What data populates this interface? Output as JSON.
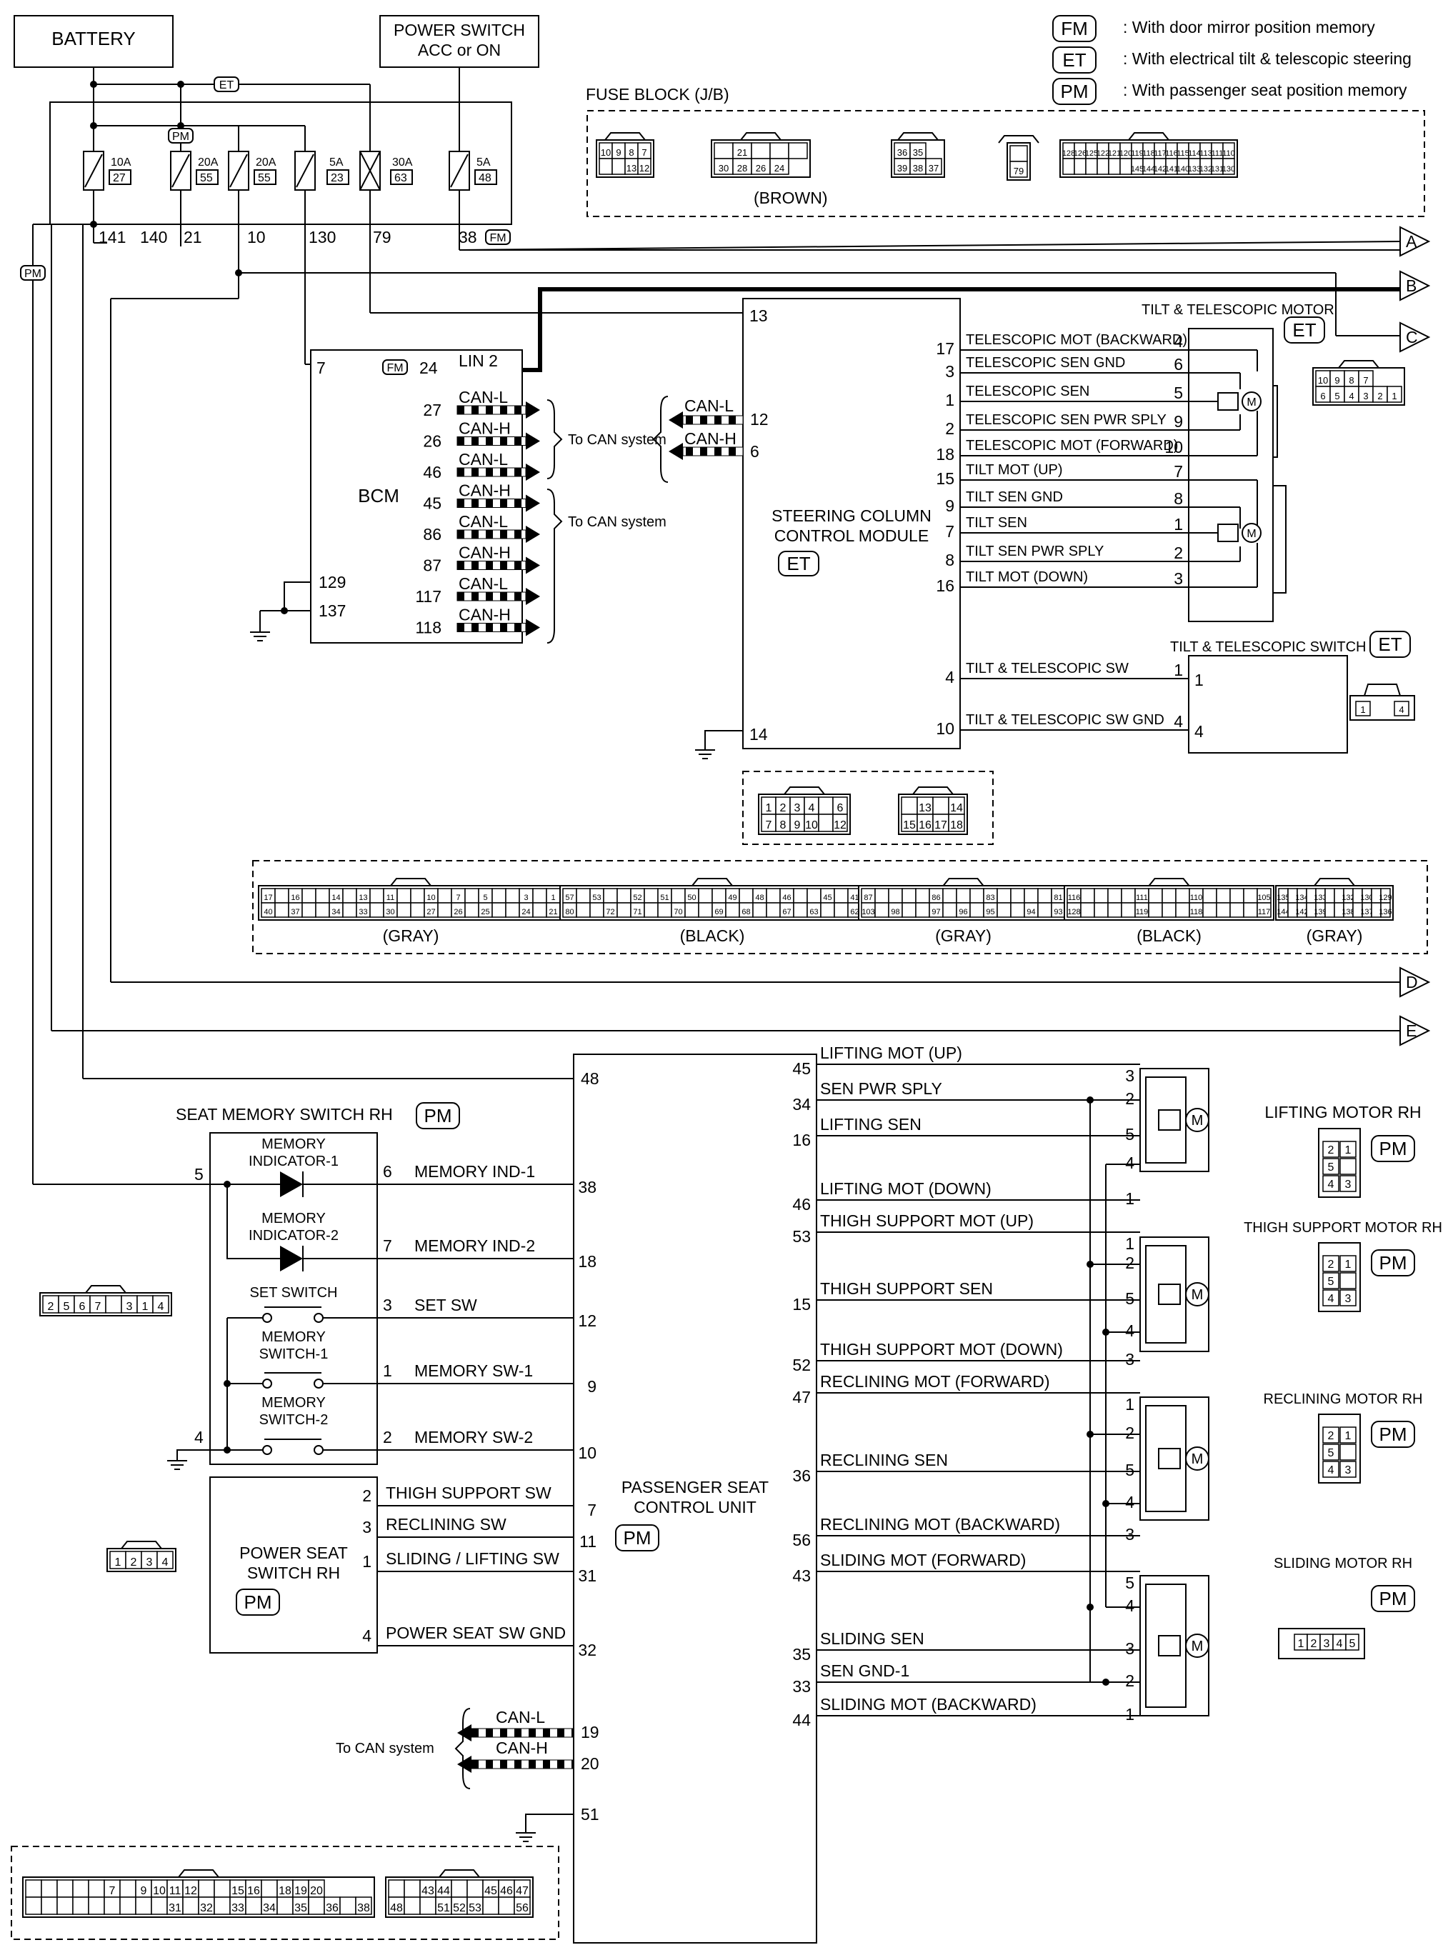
{
  "legend": [
    {
      "tag": "FM",
      "text": ": With door mirror position memory"
    },
    {
      "tag": "ET",
      "text": ": With electrical tilt & telescopic steering"
    },
    {
      "tag": "PM",
      "text": ": With passenger seat position memory"
    }
  ],
  "battery": "BATTERY",
  "power_switch": [
    "POWER SWITCH",
    "ACC or ON"
  ],
  "fuses": [
    {
      "amp": "10A",
      "num": "27"
    },
    {
      "amp": "20A",
      "num": "55"
    },
    {
      "amp": "20A",
      "num": "55"
    },
    {
      "amp": "5A",
      "num": "23"
    },
    {
      "amp": "30A",
      "num": "63"
    },
    {
      "amp": "5A",
      "num": "48"
    }
  ],
  "feed_wires": [
    "141",
    "140",
    "21",
    "10",
    "130",
    "79",
    "38"
  ],
  "fuse_block": {
    "title": "FUSE BLOCK (J/B)",
    "color": "(BROWN)"
  },
  "fuse_block_pins": {
    "c1_top": [
      "10",
      "9",
      "8",
      "7"
    ],
    "c1_bot": [
      "13",
      "12"
    ],
    "c2_top": [
      "21"
    ],
    "c2_bot": [
      "30",
      "28",
      "26",
      "24"
    ],
    "c3_top": [
      "36",
      "35"
    ],
    "c3_bot": [
      "39",
      "38",
      "37"
    ],
    "c4": [
      "79"
    ],
    "c5_top": [
      "128",
      "126",
      "125",
      "122",
      "121",
      "120",
      "119",
      "118",
      "117",
      "116",
      "115",
      "114",
      "113",
      "111",
      "110"
    ],
    "c5_bot": [
      "145",
      "144",
      "142",
      "141",
      "140",
      "133",
      "132",
      "131",
      "130"
    ]
  },
  "offpage": [
    "A",
    "B",
    "C",
    "D",
    "E"
  ],
  "bcm": {
    "name": "BCM",
    "pin_7": "7",
    "pin_24": "24",
    "lin": "LIN 2",
    "pins_129_137": [
      "129",
      "137"
    ],
    "can": [
      {
        "pin": "27",
        "sig": "CAN-L"
      },
      {
        "pin": "26",
        "sig": "CAN-H"
      },
      {
        "pin": "46",
        "sig": "CAN-L"
      },
      {
        "pin": "45",
        "sig": "CAN-H"
      },
      {
        "pin": "86",
        "sig": "CAN-L"
      },
      {
        "pin": "87",
        "sig": "CAN-H"
      },
      {
        "pin": "117",
        "sig": "CAN-L"
      },
      {
        "pin": "118",
        "sig": "CAN-H"
      }
    ],
    "to_can_1": "To CAN system",
    "to_can_2": "To CAN system"
  },
  "sccm": {
    "name": [
      "STEERING COLUMN",
      "CONTROL MODULE"
    ],
    "pin_13": "13",
    "pin_14": "14",
    "can_l": {
      "pin": "12",
      "sig": "CAN-L"
    },
    "can_h": {
      "pin": "6",
      "sig": "CAN-H"
    },
    "pins": [
      {
        "pin": "17",
        "sig": "TELESCOPIC MOT (BACKWARD)",
        "mpin": "4"
      },
      {
        "pin": "3",
        "sig": "TELESCOPIC SEN GND",
        "mpin": "6"
      },
      {
        "pin": "1",
        "sig": "TELESCOPIC SEN",
        "mpin": "5"
      },
      {
        "pin": "2",
        "sig": "TELESCOPIC SEN PWR SPLY",
        "mpin": "9"
      },
      {
        "pin": "18",
        "sig": "TELESCOPIC MOT (FORWARD)",
        "mpin": "10"
      },
      {
        "pin": "15",
        "sig": "TILT MOT (UP)",
        "mpin": "7"
      },
      {
        "pin": "9",
        "sig": "TILT SEN GND",
        "mpin": "8"
      },
      {
        "pin": "7",
        "sig": "TILT SEN",
        "mpin": "1"
      },
      {
        "pin": "8",
        "sig": "TILT SEN PWR SPLY",
        "mpin": "2"
      },
      {
        "pin": "16",
        "sig": "TILT MOT (DOWN)",
        "mpin": "3"
      },
      {
        "pin": "4",
        "sig": "TILT & TELESCOPIC SW",
        "mpin": "1"
      },
      {
        "pin": "10",
        "sig": "TILT & TELESCOPIC SW GND",
        "mpin": "4"
      }
    ]
  },
  "tilt_motor": {
    "title": "TILT & TELESCOPIC MOTOR",
    "pins_top": [
      "10",
      "9",
      "8",
      "7"
    ],
    "pins_bot": [
      "6",
      "5",
      "4",
      "3",
      "2",
      "1"
    ]
  },
  "tilt_switch": {
    "title": "TILT & TELESCOPIC SWITCH",
    "pins": [
      "1",
      "4"
    ]
  },
  "sccm_connectors": {
    "c1_top": [
      "1",
      "2",
      "3",
      "4",
      "6"
    ],
    "c1_bot": [
      "7",
      "8",
      "9",
      "10",
      "12"
    ],
    "c2_top": [
      "13",
      "14"
    ],
    "c2_bot": [
      "15",
      "16",
      "17",
      "18"
    ]
  },
  "bcm_connectors": [
    {
      "label": "(GRAY)",
      "top": [
        "17",
        "16",
        "14",
        "13",
        "11",
        "10",
        "7",
        "5",
        "3",
        "1"
      ],
      "bot": [
        "40",
        "37",
        "34",
        "33",
        "30",
        "27",
        "26",
        "25",
        "24",
        "21"
      ]
    },
    {
      "label": "(BLACK)",
      "top": [
        "57",
        "53",
        "52",
        "51",
        "50",
        "49",
        "48",
        "46",
        "45",
        "41"
      ],
      "bot": [
        "80",
        "72",
        "71",
        "70",
        "69",
        "68",
        "67",
        "63",
        "62"
      ]
    },
    {
      "label": "(GRAY)",
      "top": [
        "87",
        "86",
        "83",
        "81"
      ],
      "bot": [
        "103",
        "98",
        "97",
        "96",
        "95",
        "94",
        "93"
      ]
    },
    {
      "label": "(BLACK)",
      "top": [
        "116",
        "111",
        "110",
        "105"
      ],
      "bot": [
        "128",
        "119",
        "118",
        "117"
      ]
    },
    {
      "label": "(GRAY)",
      "top": [
        "135",
        "134",
        "133",
        "132",
        "130",
        "129"
      ],
      "bot": [
        "144",
        "142",
        "139",
        "138",
        "137",
        "136"
      ]
    }
  ],
  "pscu": {
    "name": [
      "PASSENGER SEAT",
      "CONTROL UNIT"
    ],
    "pin_48": "48",
    "pin_51": "51",
    "can": [
      {
        "pin": "19",
        "sig": "CAN-L"
      },
      {
        "pin": "20",
        "sig": "CAN-H"
      }
    ],
    "to_can": "To CAN system",
    "right_pins": [
      {
        "pin": "45",
        "sig": "LIFTING MOT (UP)"
      },
      {
        "pin": "34",
        "sig": "SEN PWR SPLY"
      },
      {
        "pin": "16",
        "sig": "LIFTING SEN"
      },
      {
        "pin": "46",
        "sig": "LIFTING MOT (DOWN)"
      },
      {
        "pin": "53",
        "sig": "THIGH SUPPORT MOT (UP)"
      },
      {
        "pin": "15",
        "sig": "THIGH SUPPORT SEN"
      },
      {
        "pin": "52",
        "sig": "THIGH SUPPORT MOT (DOWN)"
      },
      {
        "pin": "47",
        "sig": "RECLINING MOT (FORWARD)"
      },
      {
        "pin": "36",
        "sig": "RECLINING SEN"
      },
      {
        "pin": "56",
        "sig": "RECLINING MOT (BACKWARD)"
      },
      {
        "pin": "43",
        "sig": "SLIDING MOT (FORWARD)"
      },
      {
        "pin": "35",
        "sig": "SLIDING SEN"
      },
      {
        "pin": "33",
        "sig": "SEN GND-1"
      },
      {
        "pin": "44",
        "sig": "SLIDING MOT (BACKWARD)"
      }
    ]
  },
  "seat_memory_switch": {
    "title": "SEAT MEMORY SWITCH RH",
    "mi1": [
      "MEMORY",
      "INDICATOR-1"
    ],
    "mi2": [
      "MEMORY",
      "INDICATOR-2"
    ],
    "set": "SET SWITCH",
    "ms1": [
      "MEMORY",
      "SWITCH-1"
    ],
    "ms2": [
      "MEMORY",
      "SWITCH-2"
    ],
    "pin_5": "5",
    "pin_4": "4",
    "lines": [
      {
        "spin": "6",
        "sig": "MEMORY IND-1",
        "upin": "38"
      },
      {
        "spin": "7",
        "sig": "MEMORY IND-2",
        "upin": "18"
      },
      {
        "spin": "3",
        "sig": "SET SW",
        "upin": "12"
      },
      {
        "spin": "1",
        "sig": "MEMORY SW-1",
        "upin": "9"
      },
      {
        "spin": "2",
        "sig": "MEMORY SW-2",
        "upin": "10"
      }
    ],
    "connector": {
      "left": [
        "2",
        "5",
        "6",
        "7"
      ],
      "right": [
        "3",
        "1",
        "4"
      ]
    }
  },
  "power_seat_switch": {
    "name": [
      "POWER SEAT",
      "SWITCH RH"
    ],
    "lines": [
      {
        "spin": "2",
        "sig": "THIGH SUPPORT SW",
        "upin": "7"
      },
      {
        "spin": "3",
        "sig": "RECLINING SW",
        "upin": "11"
      },
      {
        "spin": "1",
        "sig": "SLIDING / LIFTING SW",
        "upin": "31"
      },
      {
        "spin": "4",
        "sig": "POWER SEAT SW GND",
        "upin": "32"
      }
    ],
    "connector": [
      "1",
      "2",
      "3",
      "4"
    ]
  },
  "motors": [
    {
      "title": "LIFTING MOTOR RH",
      "pins": [
        "3",
        "2",
        "5",
        "4",
        "1"
      ],
      "conn": [
        "2",
        "1",
        "5",
        "4",
        "3"
      ]
    },
    {
      "title": "THIGH SUPPORT MOTOR RH",
      "pins": [
        "1",
        "2",
        "5",
        "4",
        "3"
      ],
      "conn": [
        "2",
        "1",
        "5",
        "4",
        "3"
      ]
    },
    {
      "title": "RECLINING MOTOR RH",
      "pins": [
        "1",
        "2",
        "5",
        "4",
        "3"
      ],
      "conn": [
        "2",
        "1",
        "5",
        "4",
        "3"
      ]
    },
    {
      "title": "SLIDING MOTOR RH",
      "pins": [
        "5",
        "4",
        "3",
        "2",
        "1"
      ],
      "conn": [
        "1",
        "2",
        "3",
        "4",
        "5"
      ]
    }
  ],
  "pscu_connectors": {
    "c1_top": [
      "7",
      "9",
      "10",
      "11",
      "12",
      "15",
      "16",
      "18",
      "19",
      "20"
    ],
    "c1_bot": [
      "31",
      "32",
      "33",
      "34",
      "35",
      "36",
      "38"
    ],
    "c2_top": [
      "43",
      "44",
      "45",
      "46",
      "47"
    ],
    "c2_bot": [
      "48",
      "51",
      "52",
      "53",
      "56"
    ]
  },
  "motor_symbol": "M"
}
